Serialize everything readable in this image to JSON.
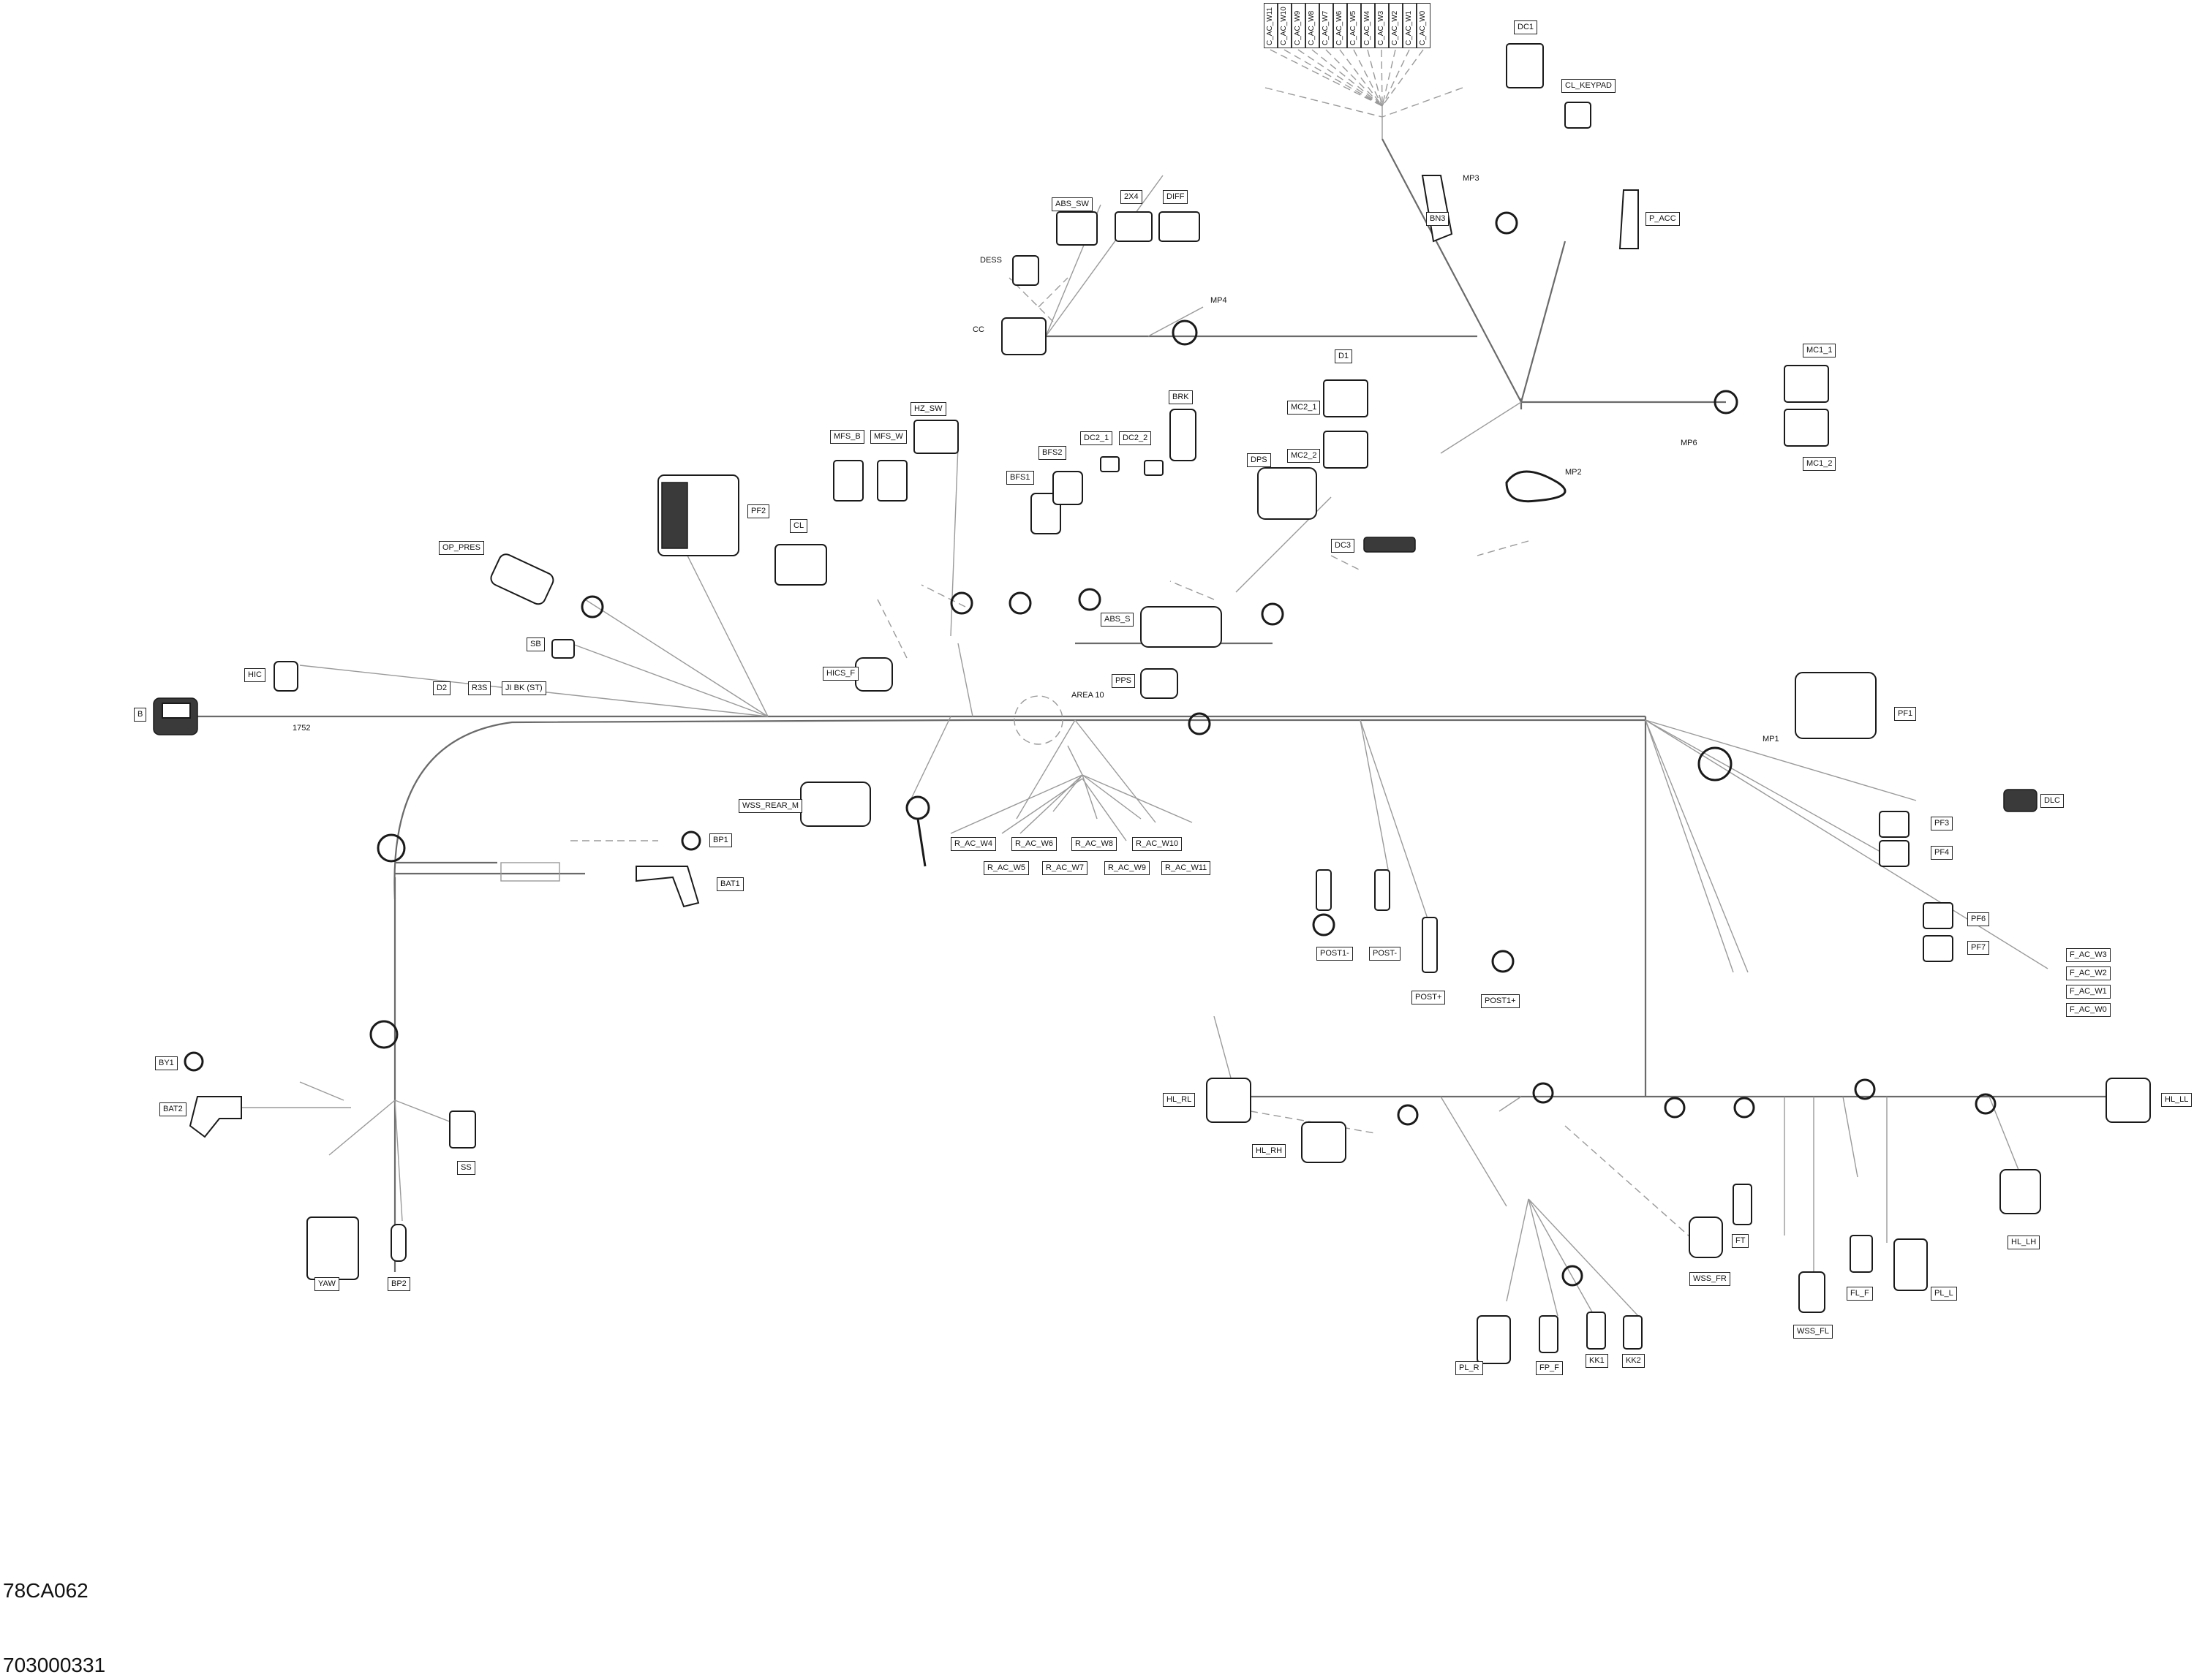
{
  "figure_ids": {
    "top": "78CA062",
    "bottom": "703000331"
  },
  "dim_label": "1752",
  "labels": {
    "b": "B",
    "hic": "HIC",
    "d2": "D2",
    "r3s": "R3S",
    "ji_bk": "JI BK (ST)",
    "op_pres": "OP_PRES",
    "sb": "SB",
    "pf2": "PF2",
    "cl": "CL",
    "mfs_b": "MFS_B",
    "mfs_w": "MFS_W",
    "hz_sw": "HZ_SW",
    "hics_f": "HICS_F",
    "area10": "AREA 10",
    "pps": "PPS",
    "wss_rear_m": "WSS_REAR_M",
    "bp1": "BP1",
    "bat1": "BAT1",
    "by1": "BY1",
    "bat2": "BAT2",
    "ss": "SS",
    "yaw": "YAW",
    "bp2": "BP2",
    "r_ac_w4": "R_AC_W4",
    "r_ac_w5": "R_AC_W5",
    "r_ac_w6": "R_AC_W6",
    "r_ac_w7": "R_AC_W7",
    "r_ac_w8": "R_AC_W8",
    "r_ac_w9": "R_AC_W9",
    "r_ac_w10": "R_AC_W10",
    "r_ac_w11": "R_AC_W11",
    "bfs1": "BFS1",
    "bfs2": "BFS2",
    "dc2_1": "DC2_1",
    "dc2_2": "DC2_2",
    "brk": "BRK",
    "abs_s": "ABS_S",
    "dps": "DPS",
    "dc3": "DC3",
    "mc2_1": "MC2_1",
    "mc2_2": "MC2_2",
    "mc1_1": "MC1_1",
    "mc1_2": "MC1_2",
    "mp6": "MP6",
    "mp2": "MP2",
    "mp3": "MP3",
    "mp4": "MP4",
    "mp1": "MP1",
    "d1": "D1",
    "cc": "CC",
    "dess": "DESS",
    "abs_sw": "ABS_SW",
    "x4": "2X4",
    "diff": "DIFF",
    "bn3": "BN3",
    "p_acc": "P_ACC",
    "dc1": "DC1",
    "cl_keypad": "CL_KEYPAD",
    "pf1": "PF1",
    "dlc": "DLC",
    "pf3": "PF3",
    "pf4": "PF4",
    "pf6": "PF6",
    "pf7": "PF7",
    "f_ac_w3": "F_AC_W3",
    "f_ac_w2": "F_AC_W2",
    "f_ac_w1": "F_AC_W1",
    "f_ac_w0": "F_AC_W0",
    "post1_minus": "POST1-",
    "post_minus": "POST-",
    "post_plus": "POST+",
    "post1_plus": "POST1+",
    "hl_rl": "HL_RL",
    "hl_rh": "HL_RH",
    "hl_ll": "HL_LL",
    "hl_lh": "HL_LH",
    "wss_fr": "WSS_FR",
    "wss_fl": "WSS_FL",
    "ft": "FT",
    "fl_f": "FL_F",
    "pl_l": "PL_L",
    "pl_r": "PL_R",
    "fp_f": "FP_F",
    "kk1": "KK1",
    "kk2": "KK2"
  },
  "top_labels": [
    "C_AC_W11",
    "C_AC_W10",
    "C_AC_W9",
    "C_AC_W8",
    "C_AC_W7",
    "C_AC_W6",
    "C_AC_W5",
    "C_AC_W4",
    "C_AC_W3",
    "C_AC_W2",
    "C_AC_W1",
    "C_AC_W0"
  ]
}
